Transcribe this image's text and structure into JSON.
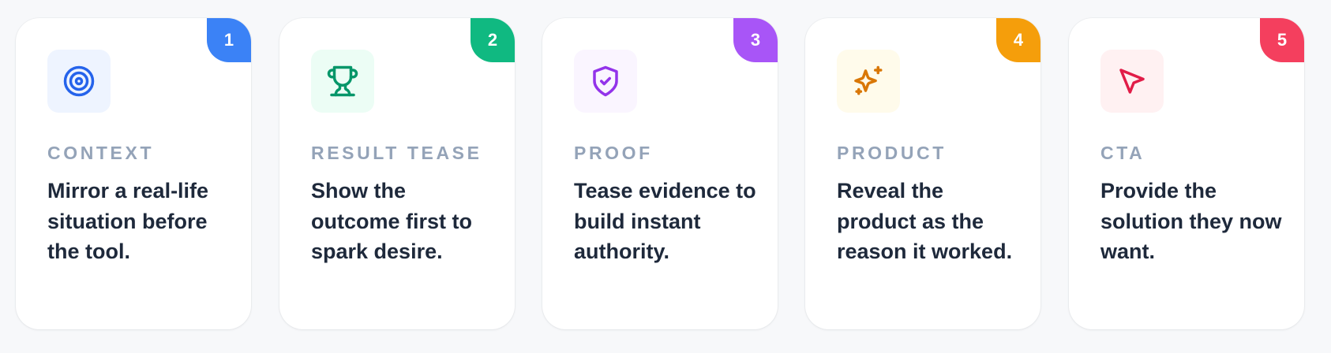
{
  "cards": [
    {
      "number": "1",
      "label": "CONTEXT",
      "description": "Mirror a real-life situation before the tool.",
      "icon": "target-icon",
      "accent": "#3b82f6",
      "tile_bg": "#eef4ff",
      "icon_color": "#2563eb"
    },
    {
      "number": "2",
      "label": "RESULT TEASE",
      "description": "Show the outcome first to spark desire.",
      "icon": "trophy-icon",
      "accent": "#10b981",
      "tile_bg": "#ecfdf5",
      "icon_color": "#059669"
    },
    {
      "number": "3",
      "label": "PROOF",
      "description": "Tease evidence to build instant authority.",
      "icon": "shield-check-icon",
      "accent": "#a855f7",
      "tile_bg": "#faf5ff",
      "icon_color": "#9333ea"
    },
    {
      "number": "4",
      "label": "PRODUCT",
      "description": "Reveal the product as the reason it worked.",
      "icon": "sparkles-icon",
      "accent": "#f59e0b",
      "tile_bg": "#fffbeb",
      "icon_color": "#d97706"
    },
    {
      "number": "5",
      "label": "CTA",
      "description": "Provide the solution they now want.",
      "icon": "cursor-icon",
      "accent": "#f43f5e",
      "tile_bg": "#fff1f2",
      "icon_color": "#e11d48"
    }
  ]
}
